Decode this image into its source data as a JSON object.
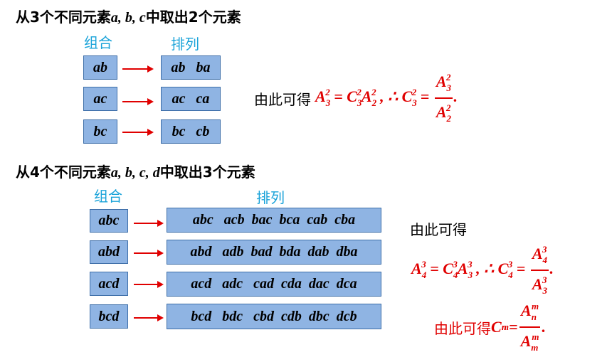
{
  "section1": {
    "heading_cn1": "从3个不同元素",
    "heading_vars": "a, b, c",
    "heading_cn2": "中取出2个元素",
    "label_combo": "组合",
    "label_perm": "排列",
    "rows": [
      {
        "combo": "ab",
        "perm": "ab   ba"
      },
      {
        "combo": "ac",
        "perm": "ac   ca"
      },
      {
        "combo": "bc",
        "perm": "bc   cb"
      }
    ],
    "conclusion_cn": "由此可得"
  },
  "section2": {
    "heading_cn1": "从4个不同元素",
    "heading_vars": "a, b, c, d",
    "heading_cn2": "中取出3个元素",
    "label_combo": "组合",
    "label_perm": "排列",
    "rows": [
      {
        "combo": "abc",
        "perm": "abc   acb  bac  bca  cab  cba"
      },
      {
        "combo": "abd",
        "perm": "abd   adb  bad  bda  dab  dba"
      },
      {
        "combo": "acd",
        "perm": "acd   adc   cad  cda  dac  dca"
      },
      {
        "combo": "bcd",
        "perm": "bcd   bdc   cbd  cdb  dbc  dcb"
      }
    ],
    "conclusion_cn": "由此可得",
    "general_cn": "由此可得"
  },
  "colors": {
    "blue_label": "#1aa3d9",
    "box_fill": "#8fb4e3",
    "box_border": "#3d6ea8",
    "red": "#e00000"
  }
}
